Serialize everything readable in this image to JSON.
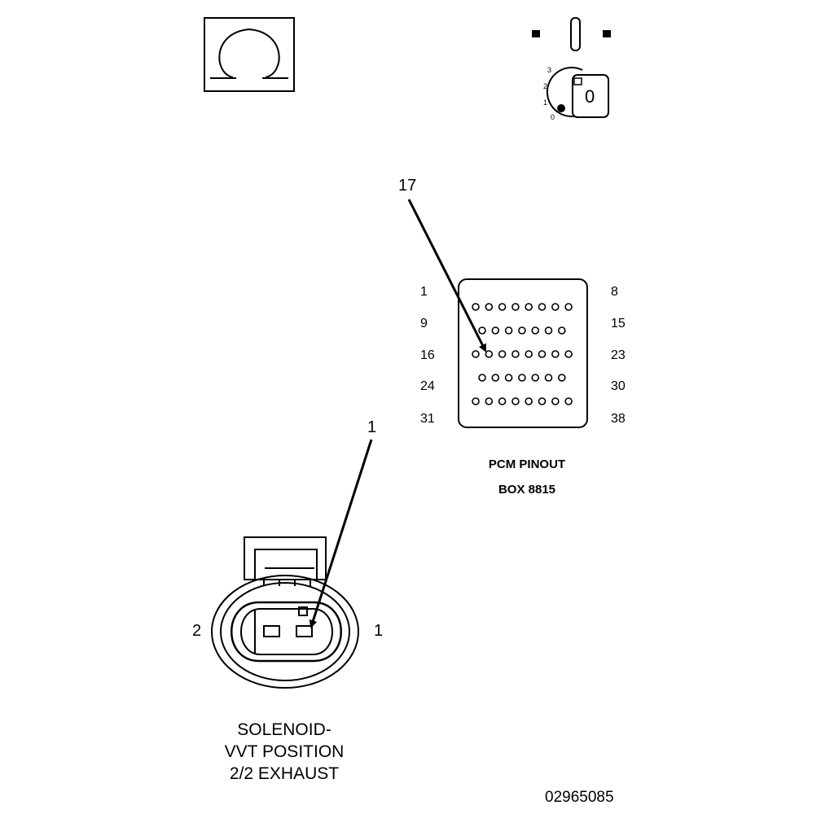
{
  "pcm": {
    "callout": "17",
    "pin_labels": {
      "row1_left": "1",
      "row1_right": "8",
      "row2_left": "9",
      "row2_right": "15",
      "row3_left": "16",
      "row3_right": "23",
      "row4_left": "24",
      "row4_right": "30",
      "row5_left": "31",
      "row5_right": "38"
    },
    "caption_line1": "PCM PINOUT",
    "caption_line2": "BOX 8815"
  },
  "ignition": {
    "positions": [
      "0",
      "1",
      "2",
      "3"
    ],
    "key_label": "0"
  },
  "solenoid": {
    "callout": "1",
    "pin_left": "2",
    "pin_right": "1",
    "caption_line1": "SOLENOID-",
    "caption_line2": "VVT POSITION",
    "caption_line3": "2/2 EXHAUST"
  },
  "doc_number": "02965085",
  "icons": [
    "ohm-symbol-icon",
    "ignition-off-icon",
    "ignition-key-icon"
  ]
}
